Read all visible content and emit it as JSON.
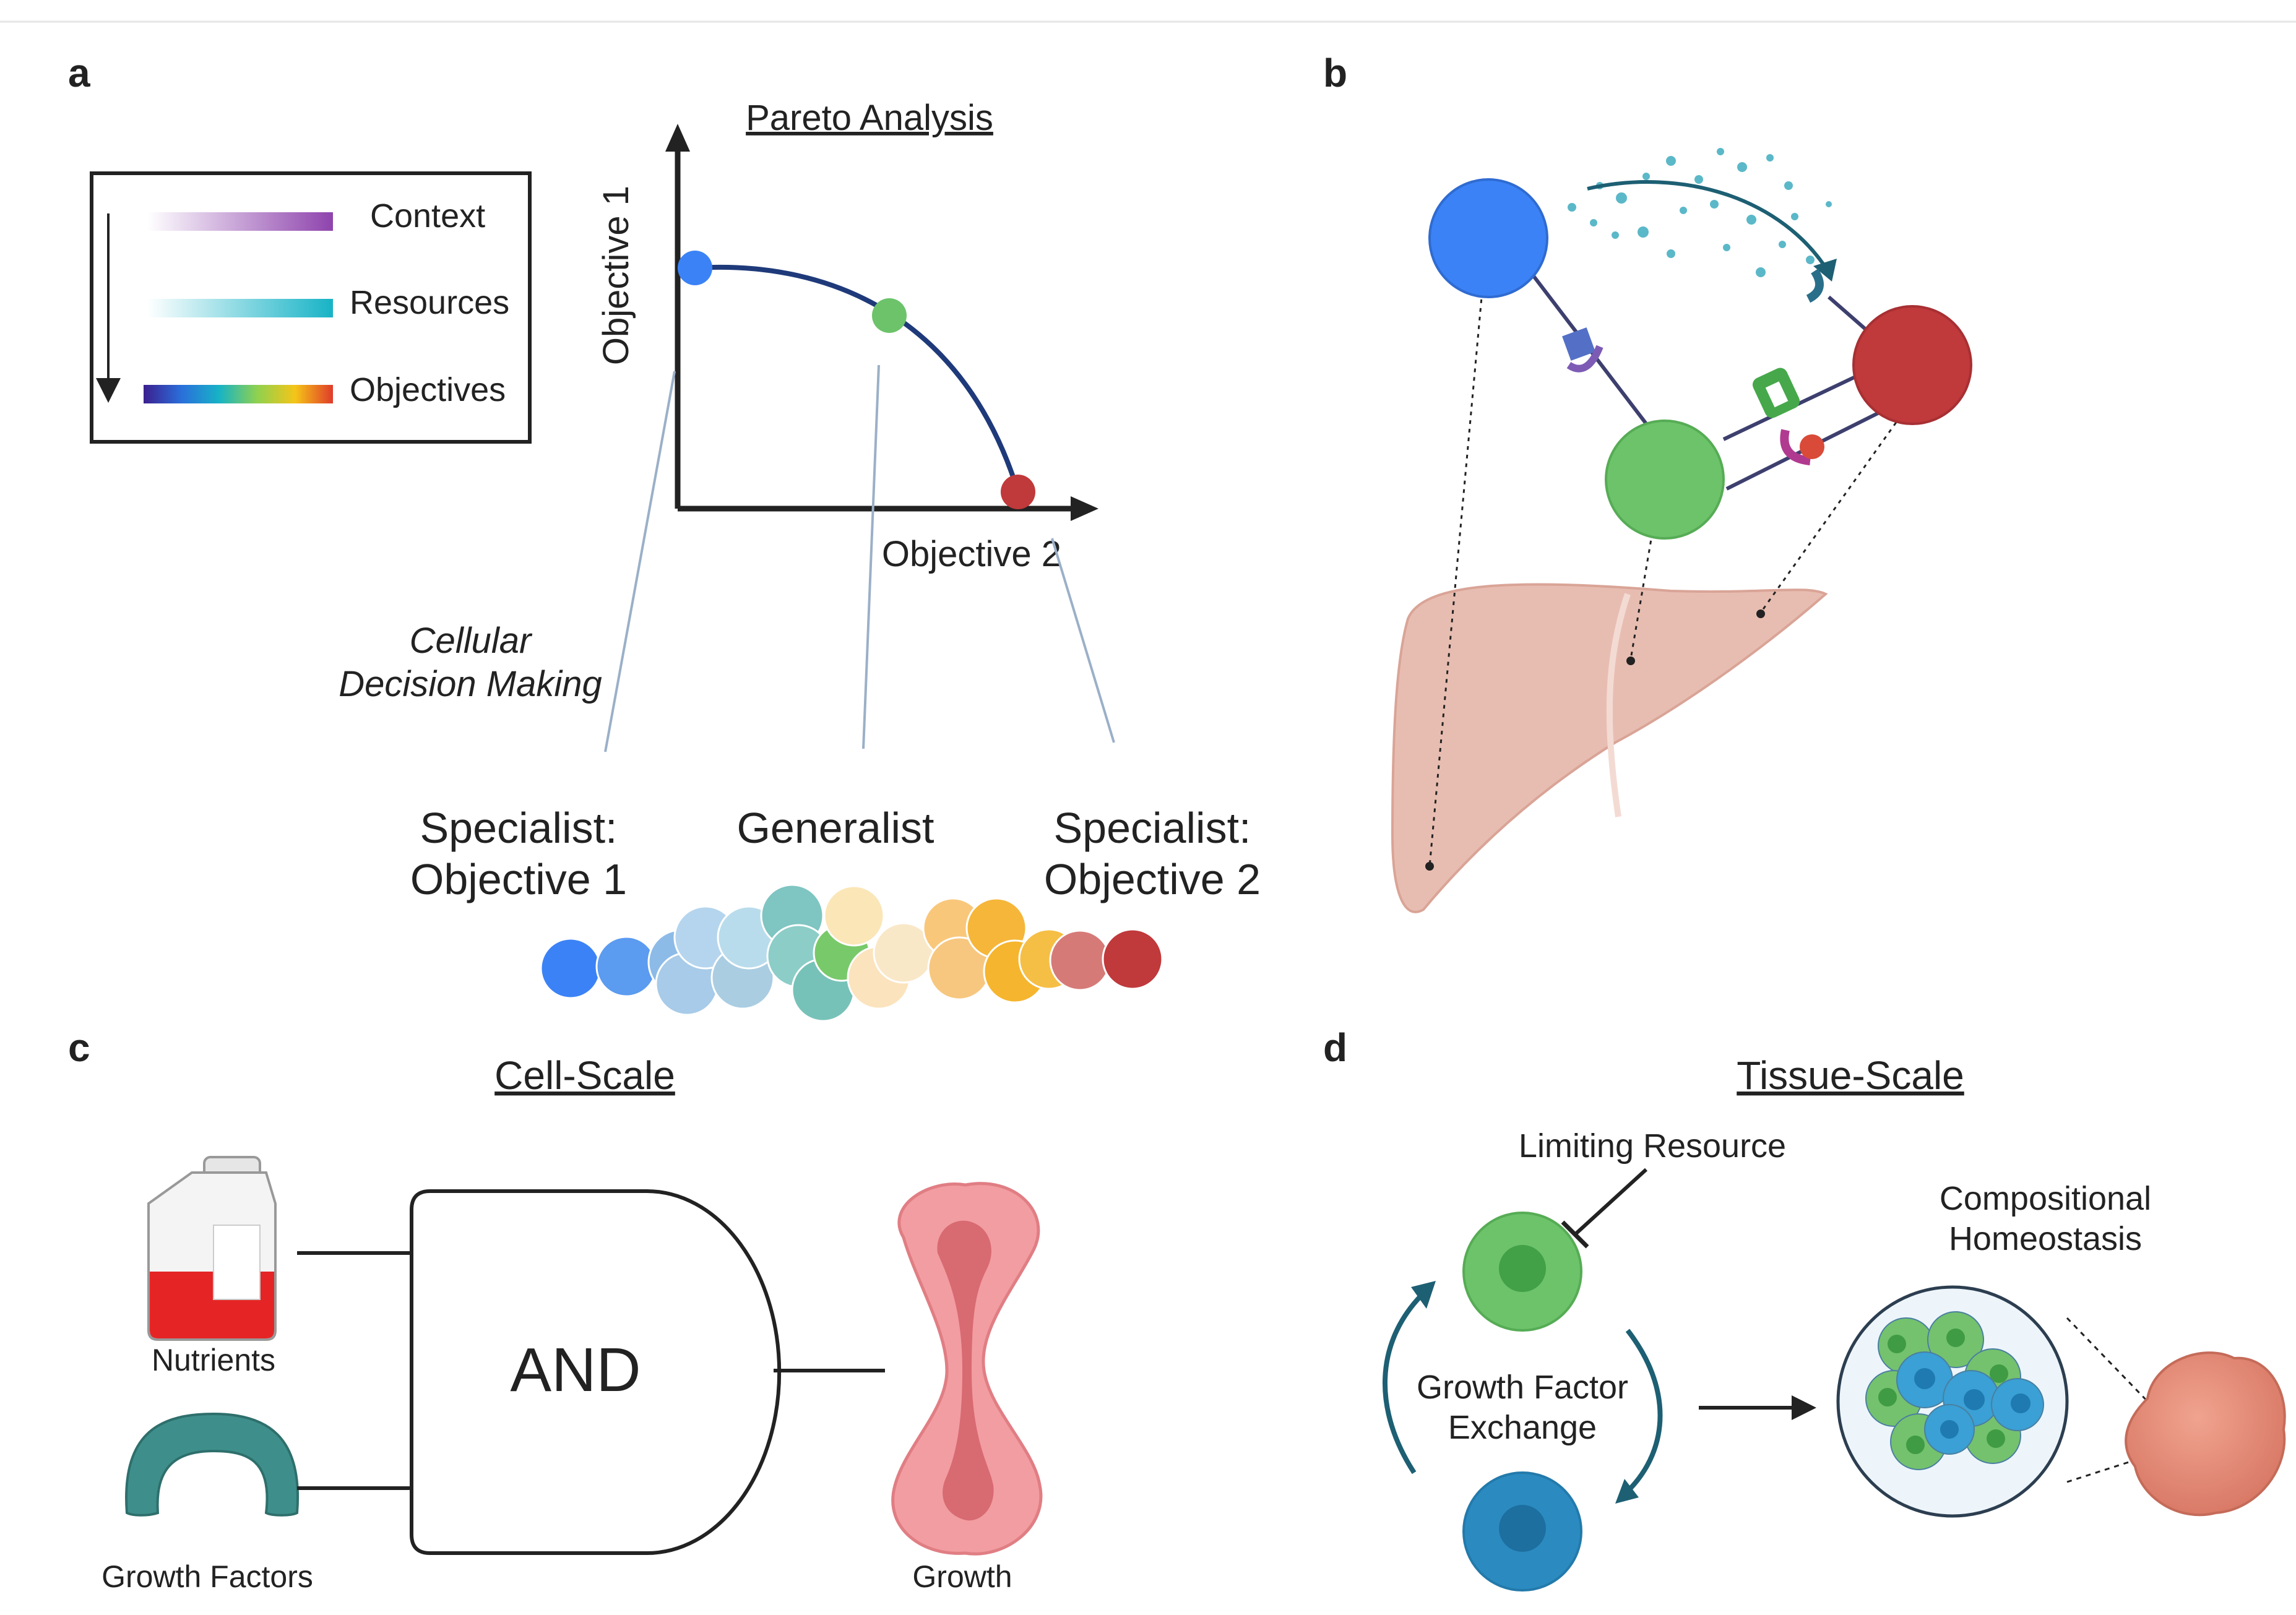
{
  "panels": {
    "a": {
      "letter": "a",
      "title": "Pareto Analysis",
      "legend": {
        "items": [
          "Context",
          "Resources",
          "Objectives"
        ]
      },
      "axis": {
        "y": "Objective 1",
        "x": "Objective 2"
      },
      "decision": {
        "line1": "Cellular",
        "line2": "Decision Making"
      },
      "categories": {
        "left": {
          "line1": "Specialist:",
          "line2": "Objective 1"
        },
        "center": "Generalist",
        "right": {
          "line1": "Specialist:",
          "line2": "Objective 2"
        }
      }
    },
    "b": {
      "letter": "b"
    },
    "c": {
      "letter": "c",
      "title": "Cell-Scale",
      "gate": "AND",
      "inputs": [
        "Nutrients",
        "Growth Factors"
      ],
      "output": "Growth"
    },
    "d": {
      "letter": "d",
      "title": "Tissue-Scale",
      "limiting": "Limiting Resource",
      "exchange": {
        "line1": "Growth Factor",
        "line2": "Exchange"
      },
      "result": {
        "line1": "Compositional",
        "line2": "Homeostasis"
      }
    }
  },
  "colors": {
    "blue_cell": "#3b82f6",
    "green_cell": "#6cc36a",
    "red_cell": "#c0393b",
    "liver": "#e8bdb1",
    "navy_curve": "#1f3a7a",
    "teal_arrow": "#1d5f73"
  }
}
